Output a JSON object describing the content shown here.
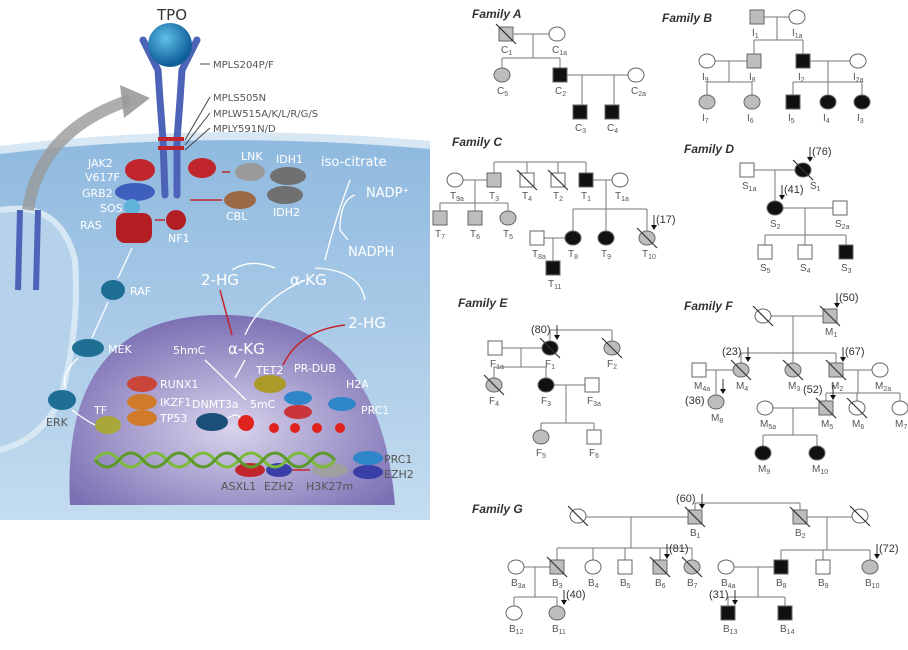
{
  "diagram": {
    "labels": {
      "tpo": "TPO",
      "mpl_s204": "MPLS204P/F",
      "mpl_s505": "MPLS505N",
      "mpl_w515": "MPLW515A/K/L/R/G/S",
      "mpl_y591": "MPLY591N/D",
      "jak2": "JAK2",
      "v617f": "V617F",
      "grb2": "GRB2",
      "sos": "SOS",
      "ras": "RAS",
      "nf1": "NF1",
      "lnk": "LNK",
      "cbl": "CBL",
      "idh1": "IDH1",
      "idh2": "IDH2",
      "isocitrate": "iso-citrate",
      "nadp": "NADP⁺",
      "nadph": "NADPH",
      "raf": "RAF",
      "mek": "MEK",
      "erk": "ERK",
      "hg2_left": "2-HG",
      "hg2_right": "2-HG",
      "akg_cyto": "α-KG",
      "akg_nuc": "α-KG",
      "hmc5": "5hmC",
      "mc5": "5mC",
      "tet2": "TET2",
      "prdub": "PR-DUB",
      "h2a": "H2A",
      "prc1_a": "PRC1",
      "prc1_b": "PRC1",
      "ezh2_b": "EZH2",
      "runx1": "RUNX1",
      "ikzf1": "IKZF1",
      "tp53": "TP53",
      "tf": "TF",
      "dnmt3a": "DNMT3a",
      "asxl1": "ASXL1",
      "ezh2_a": "EZH2",
      "h3k27m": "H3K27m"
    },
    "colors": {
      "cytoplasm": "#a9cbe6",
      "nucleus": "#8f86c0",
      "receptor": "#4c63b8",
      "mutant": "#c0262c",
      "membrane": "#d7e8f4"
    }
  },
  "pedigree_legend_fills": {
    "white": "#ffffff",
    "gray": "#bdbdbd",
    "black": "#111111"
  },
  "families": [
    {
      "title": "Family A",
      "members": [
        {
          "id": "C1",
          "sex": "M",
          "fill": "gray",
          "deceased": true
        },
        {
          "id": "C1a",
          "sex": "F",
          "fill": "white"
        },
        {
          "id": "C5",
          "sex": "F",
          "fill": "gray"
        },
        {
          "id": "C2",
          "sex": "M",
          "fill": "black"
        },
        {
          "id": "C2a",
          "sex": "F",
          "fill": "white"
        },
        {
          "id": "C3",
          "sex": "M",
          "fill": "black"
        },
        {
          "id": "C4",
          "sex": "M",
          "fill": "black"
        }
      ]
    },
    {
      "title": "Family B",
      "members": [
        {
          "id": "I1",
          "sex": "M",
          "fill": "gray"
        },
        {
          "id": "I1a",
          "sex": "F",
          "fill": "white"
        },
        {
          "id": "I9",
          "sex": "F",
          "fill": "white"
        },
        {
          "id": "I8",
          "sex": "M",
          "fill": "gray"
        },
        {
          "id": "I2",
          "sex": "M",
          "fill": "black"
        },
        {
          "id": "I2a",
          "sex": "F",
          "fill": "white"
        },
        {
          "id": "I7",
          "sex": "F",
          "fill": "gray"
        },
        {
          "id": "I6",
          "sex": "F",
          "fill": "gray"
        },
        {
          "id": "I5",
          "sex": "M",
          "fill": "black"
        },
        {
          "id": "I4",
          "sex": "F",
          "fill": "black"
        },
        {
          "id": "I3",
          "sex": "F",
          "fill": "black"
        }
      ]
    },
    {
      "title": "Family C",
      "members": [
        {
          "id": "T9a",
          "sex": "F",
          "fill": "white"
        },
        {
          "id": "T3",
          "sex": "M",
          "fill": "gray"
        },
        {
          "id": "T4",
          "sex": "M",
          "fill": "white",
          "deceased": true
        },
        {
          "id": "T2",
          "sex": "M",
          "fill": "white",
          "deceased": true
        },
        {
          "id": "T1",
          "sex": "M",
          "fill": "black"
        },
        {
          "id": "T1a",
          "sex": "F",
          "fill": "white"
        },
        {
          "id": "T7",
          "sex": "M",
          "fill": "gray"
        },
        {
          "id": "T6",
          "sex": "M",
          "fill": "gray"
        },
        {
          "id": "T5",
          "sex": "F",
          "fill": "gray"
        },
        {
          "id": "T8a",
          "sex": "M",
          "fill": "white"
        },
        {
          "id": "T8",
          "sex": "F",
          "fill": "black"
        },
        {
          "id": "T9",
          "sex": "F",
          "fill": "black"
        },
        {
          "id": "T10",
          "sex": "F",
          "fill": "gray",
          "deceased": true,
          "age": "(17)"
        },
        {
          "id": "T11",
          "sex": "M",
          "fill": "black"
        }
      ]
    },
    {
      "title": "Family D",
      "members": [
        {
          "id": "S1a",
          "sex": "M",
          "fill": "white"
        },
        {
          "id": "S1",
          "sex": "F",
          "fill": "black",
          "deceased": true,
          "age": "(76)"
        },
        {
          "id": "S2",
          "sex": "F",
          "fill": "black",
          "age": "(41)"
        },
        {
          "id": "S2a",
          "sex": "M",
          "fill": "white"
        },
        {
          "id": "S5",
          "sex": "M",
          "fill": "white"
        },
        {
          "id": "S4",
          "sex": "M",
          "fill": "white"
        },
        {
          "id": "S3",
          "sex": "M",
          "fill": "black"
        }
      ]
    },
    {
      "title": "Family E",
      "members": [
        {
          "id": "F1a",
          "sex": "M",
          "fill": "white"
        },
        {
          "id": "F1",
          "sex": "F",
          "fill": "black",
          "deceased": true,
          "age": "(80)"
        },
        {
          "id": "F2",
          "sex": "F",
          "fill": "gray",
          "deceased": true
        },
        {
          "id": "F4",
          "sex": "F",
          "fill": "gray",
          "deceased": true
        },
        {
          "id": "F3",
          "sex": "F",
          "fill": "black"
        },
        {
          "id": "F3a",
          "sex": "M",
          "fill": "white"
        },
        {
          "id": "F5",
          "sex": "F",
          "fill": "gray"
        },
        {
          "id": "F6",
          "sex": "M",
          "fill": "white"
        }
      ]
    },
    {
      "title": "Family F",
      "members": [
        {
          "id": "M0",
          "sex": "F",
          "fill": "white",
          "deceased": true,
          "unlabeled": true
        },
        {
          "id": "M1",
          "sex": "M",
          "fill": "gray",
          "deceased": true,
          "age": "(50)"
        },
        {
          "id": "M4a",
          "sex": "M",
          "fill": "white"
        },
        {
          "id": "M4",
          "sex": "F",
          "fill": "gray",
          "deceased": true,
          "age": "(23)"
        },
        {
          "id": "M3",
          "sex": "F",
          "fill": "gray",
          "deceased": true
        },
        {
          "id": "M2",
          "sex": "M",
          "fill": "gray",
          "deceased": true,
          "age": "(67)"
        },
        {
          "id": "M2a",
          "sex": "F",
          "fill": "white"
        },
        {
          "id": "M8",
          "sex": "F",
          "fill": "gray",
          "age": "(36)"
        },
        {
          "id": "M5a",
          "sex": "F",
          "fill": "white"
        },
        {
          "id": "M5",
          "sex": "M",
          "fill": "gray",
          "deceased": true,
          "age": "(52)"
        },
        {
          "id": "M6",
          "sex": "F",
          "fill": "white",
          "deceased": true
        },
        {
          "id": "M7",
          "sex": "F",
          "fill": "white"
        },
        {
          "id": "M9",
          "sex": "F",
          "fill": "black"
        },
        {
          "id": "M10",
          "sex": "F",
          "fill": "black"
        }
      ]
    },
    {
      "title": "Family G",
      "members": [
        {
          "id": "B0",
          "sex": "F",
          "fill": "white",
          "deceased": true,
          "unlabeled": true
        },
        {
          "id": "B1",
          "sex": "M",
          "fill": "gray",
          "deceased": true,
          "age": "(60)"
        },
        {
          "id": "B2",
          "sex": "M",
          "fill": "gray",
          "deceased": true
        },
        {
          "id": "B2w",
          "sex": "F",
          "fill": "white",
          "deceased": true,
          "unlabeled": true
        },
        {
          "id": "B3a",
          "sex": "F",
          "fill": "white"
        },
        {
          "id": "B3",
          "sex": "M",
          "fill": "gray",
          "deceased": true
        },
        {
          "id": "B4",
          "sex": "F",
          "fill": "white"
        },
        {
          "id": "B5",
          "sex": "M",
          "fill": "white"
        },
        {
          "id": "B6",
          "sex": "M",
          "fill": "gray",
          "deceased": true,
          "age": "(81)"
        },
        {
          "id": "B7",
          "sex": "F",
          "fill": "gray",
          "deceased": true
        },
        {
          "id": "B12",
          "sex": "F",
          "fill": "white"
        },
        {
          "id": "B11",
          "sex": "F",
          "fill": "gray",
          "age": "(40)"
        },
        {
          "id": "B4a",
          "sex": "F",
          "fill": "white"
        },
        {
          "id": "B8",
          "sex": "M",
          "fill": "black"
        },
        {
          "id": "B9",
          "sex": "M",
          "fill": "white"
        },
        {
          "id": "B10",
          "sex": "F",
          "fill": "gray",
          "age": "(72)"
        },
        {
          "id": "B13",
          "sex": "M",
          "fill": "black",
          "age": "(31)"
        },
        {
          "id": "B14",
          "sex": "M",
          "fill": "black"
        }
      ]
    }
  ]
}
